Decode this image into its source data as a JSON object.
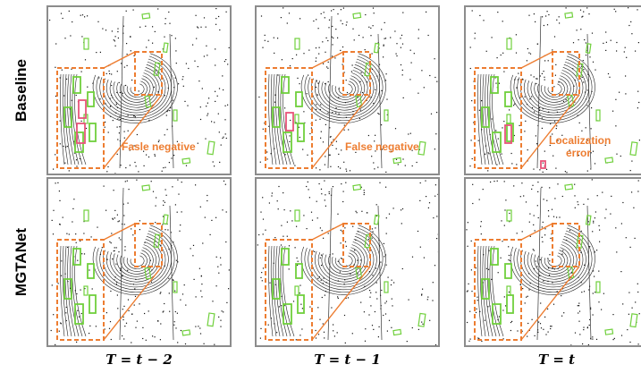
{
  "rows": [
    {
      "label": "Baseline"
    },
    {
      "label": "MGTANet"
    }
  ],
  "columns": [
    {
      "label": "T = t − 2"
    },
    {
      "label": "T = t − 1"
    },
    {
      "label": "T = t"
    }
  ],
  "annotations": {
    "baseline_col1": "Fasle negative",
    "baseline_col2": "False negative",
    "baseline_col3_line1": "Localization",
    "baseline_col3_line2": "error"
  },
  "colors": {
    "panel_border": "#8c8c8c",
    "zoom_box": "#ed7d31",
    "annotation_text": "#ed7d31",
    "detection_box": "#70d03c",
    "ground_truth_box": "#e8547a",
    "lidar_points": "#111111"
  }
}
